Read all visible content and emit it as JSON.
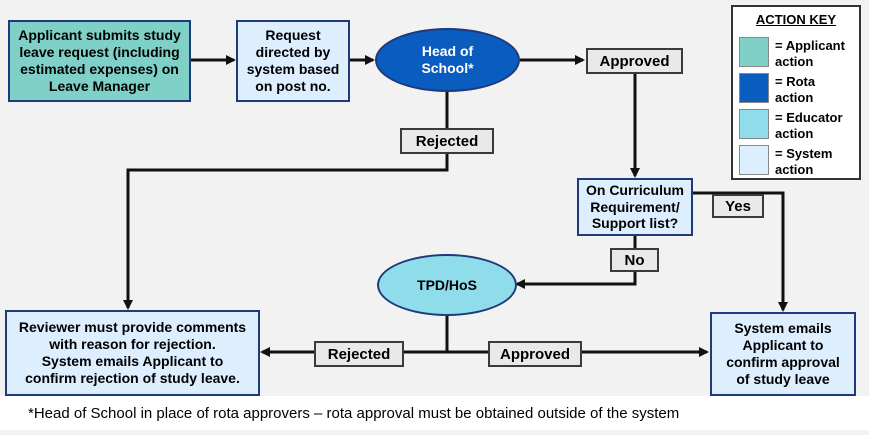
{
  "nodes": {
    "applicant_submit": "Applicant submits study\nleave request (including\nestimated expenses) on\nLeave Manager",
    "request_directed": "Request\ndirected by\nsystem based\non post no.",
    "head_of_school": "Head of\nSchool*",
    "curriculum_check": "On Curriculum\nRequirement/\nSupport list?",
    "tpd_hos": "TPD/HoS",
    "reviewer_comments": "Reviewer must provide comments\nwith reason for rejection.\nSystem emails Applicant to\nconfirm rejection of study leave.",
    "system_emails_approval": "System emails\nApplicant to\nconfirm approval\nof study leave"
  },
  "labels": {
    "approved_top": "Approved",
    "rejected_top": "Rejected",
    "yes": "Yes",
    "no": "No",
    "rejected_bottom": "Rejected",
    "approved_bottom": "Approved"
  },
  "key": {
    "title": "ACTION KEY",
    "items": [
      {
        "text": "= Applicant\naction",
        "color": "#7fd1c7"
      },
      {
        "text": "= Rota\naction",
        "color": "#0b5cbf"
      },
      {
        "text": "= Educator\naction",
        "color": "#8fdcea"
      },
      {
        "text": "= System\naction",
        "color": "#ddeeff"
      }
    ]
  },
  "footnote": "*Head of School in place of rota approvers – rota approval must be obtained outside of the system"
}
